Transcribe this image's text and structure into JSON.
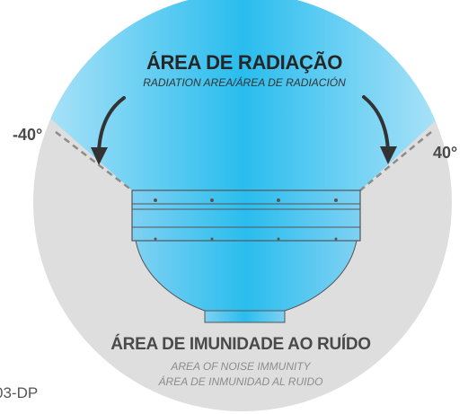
{
  "radiation_area": {
    "title": "ÁREA DE RADIAÇÃO",
    "subtitle": "RADIATION AREA/ÁREA DE RADIACIÓN"
  },
  "noise_immunity_area": {
    "title": "ÁREA DE IMUNIDADE AO RUÍDO",
    "subtitle_en": "AREA OF NOISE IMMUNITY",
    "subtitle_es": "ÁREA DE INMUNIDAD AL RUIDO"
  },
  "angles": {
    "left": "-40°",
    "right": "40°"
  },
  "model_code": "03-DP",
  "colors": {
    "radiation_light": "#d4eefb",
    "radiation_mid": "#7fd1f3",
    "radiation_deep": "#29bdee",
    "immunity_gray": "#dedede",
    "boundary_dash": "#8c8c8c",
    "arrow": "#333333",
    "device_outline": "#555555"
  }
}
